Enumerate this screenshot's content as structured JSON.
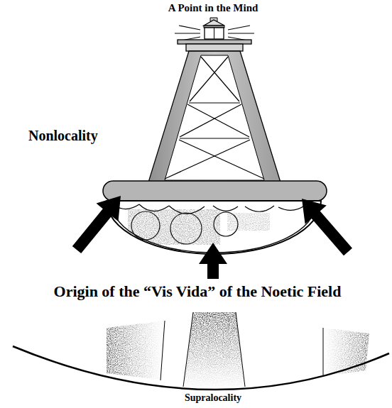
{
  "diagram": {
    "title": "A Point in the Mind",
    "labels": [
      "Nonlocality",
      "Origin of the “Vis Vida” of the Noetic Field",
      "Supralocality"
    ]
  }
}
